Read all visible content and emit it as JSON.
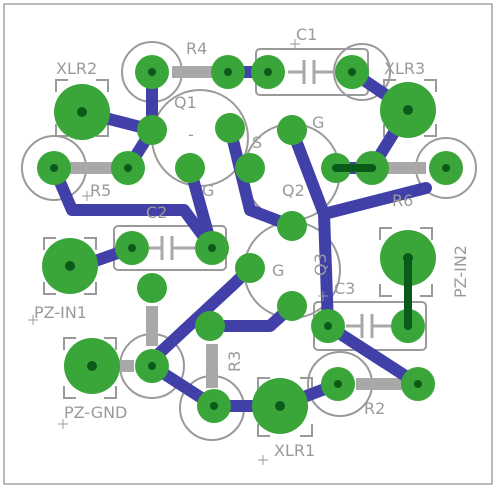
{
  "colors": {
    "background": "#ffffff",
    "silkscreen": "#9a9a9a",
    "pad": "#3aa63a",
    "drill": "#0a5a1a",
    "trace": "#4040a8",
    "body_fill": "#a8a8a8",
    "outline": "#777777"
  },
  "labels": {
    "r4": "R4",
    "c1": "C1",
    "xlr2": "XLR2",
    "xlr3": "XLR3",
    "q1": "Q1",
    "q1_minus": "-",
    "q1_g": "G",
    "s": "S",
    "g_top": "G",
    "q2": "Q2",
    "r5": "R5",
    "r6": "R6",
    "c2": "C2",
    "pz_in2": "PZ-IN2",
    "q3": "Q3",
    "q3_g": "G",
    "c3": "C3",
    "pz_in1": "PZ-IN1",
    "r3": "R3",
    "pz_gnd": "PZ-GND",
    "r2": "R2",
    "xlr1": "XLR1"
  }
}
